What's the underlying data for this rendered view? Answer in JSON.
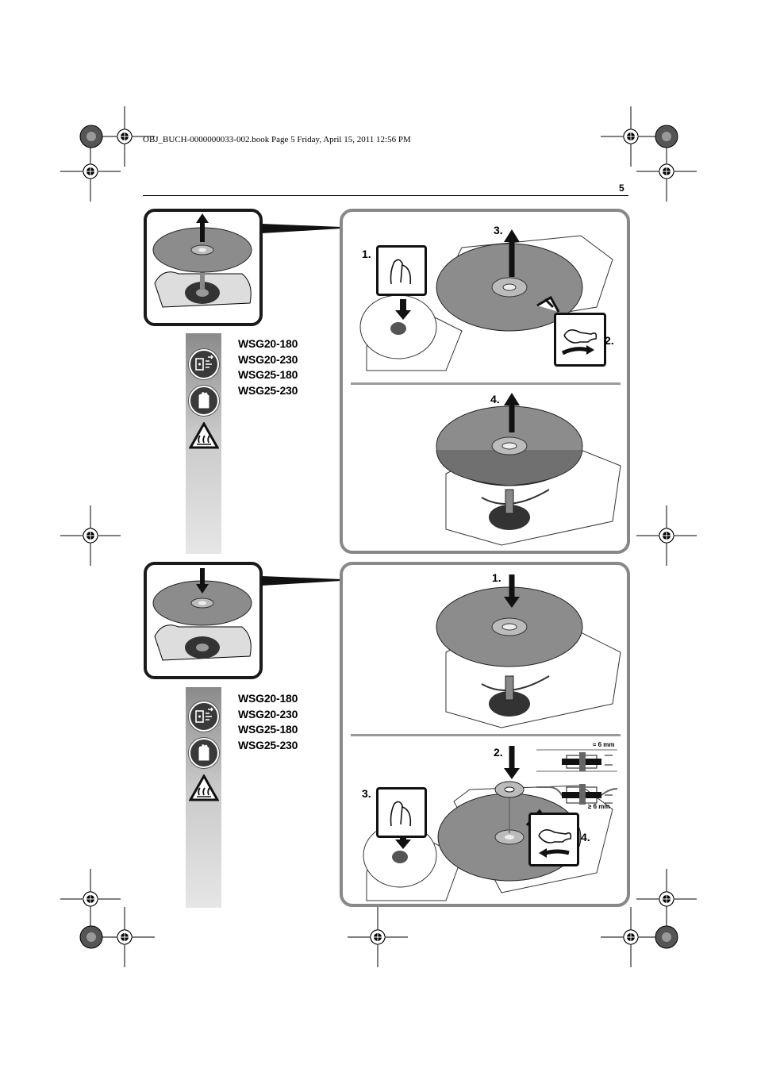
{
  "header": {
    "file_info": "OBJ_BUCH-0000000033-002.book  Page 5  Friday, April 15, 2011  12:56 PM",
    "page_number": "5"
  },
  "section_top": {
    "models": [
      "WSG20-180",
      "WSG20-230",
      "WSG25-180",
      "WSG25-230"
    ],
    "steps_upper": [
      "1.",
      "2.",
      "3."
    ],
    "steps_lower": [
      "4."
    ]
  },
  "section_bottom": {
    "models": [
      "WSG20-180",
      "WSG20-230",
      "WSG25-180",
      "WSG25-230"
    ],
    "steps_upper": [
      "1."
    ],
    "steps_lower": [
      "2.",
      "3.",
      "4."
    ],
    "dim_thin": "≈ 6 mm",
    "dim_thick": "≥ 6 mm"
  },
  "icons": [
    "unplug-icon",
    "gloves-icon",
    "hot-surface-warning-icon"
  ],
  "colors": {
    "disc": "#8c8c8c",
    "panel_border": "#888888",
    "frame": "#1a1a1a",
    "accent_dark": "#111111"
  }
}
